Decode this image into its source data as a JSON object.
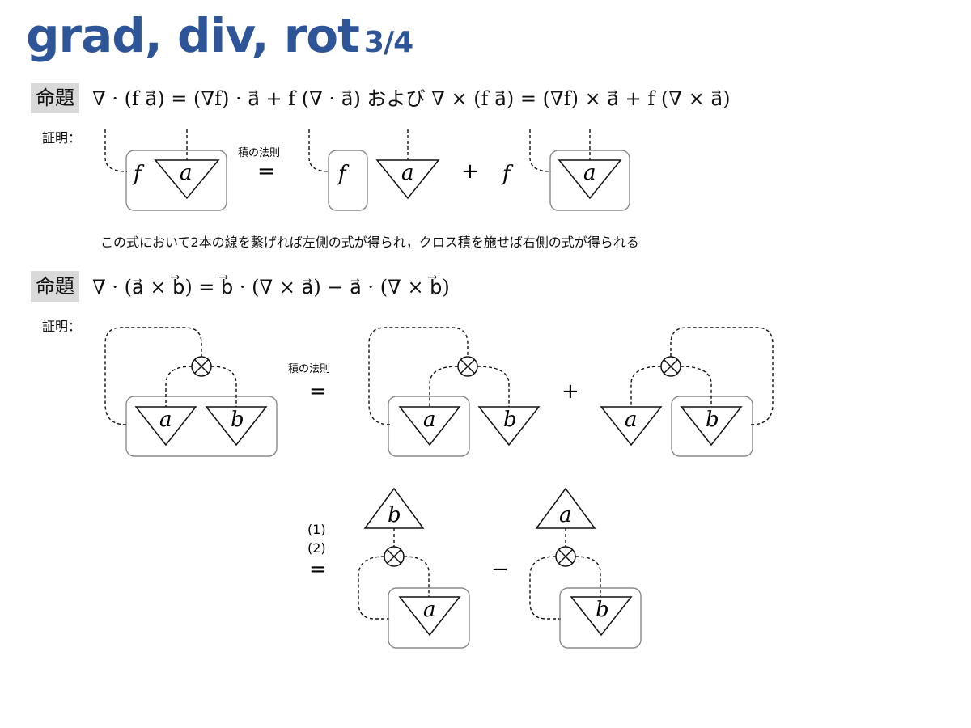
{
  "title": {
    "main": "grad, div, rot",
    "page": "3/4"
  },
  "prop1": {
    "tag": "命題",
    "formula": "∇ · (f a⃗) = (∇f) · a⃗ + f (∇ · a⃗) および ∇ × (f a⃗) = (∇f) × a⃗ + f (∇ × a⃗)",
    "proof_label": "証明：",
    "rule_label": "積の法則",
    "eq": "=",
    "plus": "+",
    "f": "f",
    "a": "a",
    "note": "この式において2本の線を繋げれば左側の式が得られ，クロス積を施せば右側の式が得られる"
  },
  "prop2": {
    "tag": "命題",
    "formula": "∇ · (a⃗ × b⃗) = b⃗ · (∇ × a⃗) − a⃗ · (∇ × b⃗)",
    "proof_label": "証明：",
    "rule_label": "積の法則",
    "eq": "=",
    "plus": "+",
    "minus": "−",
    "ref1": "(1)",
    "ref2": "(2)",
    "a": "a",
    "b": "b",
    "cross": "⊗"
  }
}
